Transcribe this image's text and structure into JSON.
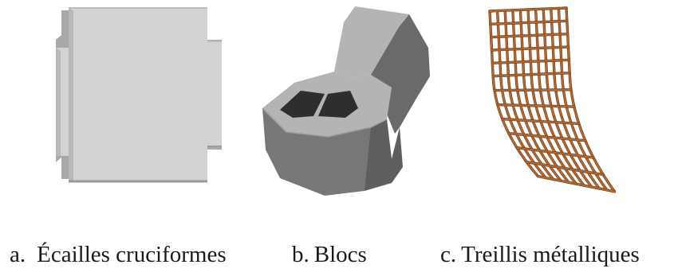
{
  "figures": [
    {
      "id": "a",
      "prefix": "a.",
      "label": "Écailles cruciformes",
      "icon": "cruciform-panel-icon",
      "colors": {
        "face": "#d3d3d3",
        "side": "#a9a9a9",
        "edge": "#8f8f8f"
      }
    },
    {
      "id": "b",
      "prefix": "b.",
      "label": "Blocs",
      "icon": "segmental-block-icon",
      "colors": {
        "top": "#b4b4b4",
        "front": "#777777",
        "side": "#5a5a5a",
        "hole": "#2e2e2e"
      }
    },
    {
      "id": "c",
      "prefix": "c.",
      "label": "Treillis métalliques",
      "icon": "wire-mesh-icon",
      "colors": {
        "wire": "#b06a34",
        "wire_dark": "#7a4520"
      }
    }
  ]
}
